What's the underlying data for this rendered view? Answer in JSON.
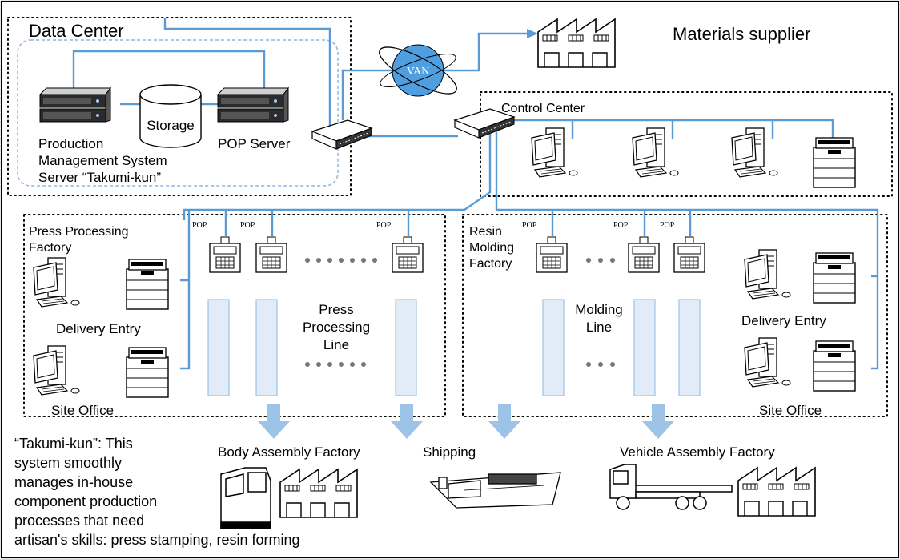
{
  "labels": {
    "data_center": "Data Center",
    "storage": "Storage",
    "prod_server_1": "Production",
    "prod_server_2": "Management System",
    "prod_server_3": "Server “Takumi-kun”",
    "pop_server": "POP Server",
    "van": "VAN",
    "materials_supplier": "Materials supplier",
    "control_center": "Control Center",
    "press_factory_1": "Press Processing",
    "press_factory_2": "Factory",
    "resin_factory_1": "Resin",
    "resin_factory_2": "Molding",
    "resin_factory_3": "Factory",
    "delivery_entry_left": "Delivery Entry",
    "site_office_left": "Site Office",
    "delivery_entry_right": "Delivery Entry",
    "site_office_right": "Site Office",
    "press_line_1": "Press",
    "press_line_2": "Processing",
    "press_line_3": "Line",
    "molding_line_1": "Molding",
    "molding_line_2": "Line",
    "pop": "POP",
    "body_assembly": "Body Assembly Factory",
    "shipping": "Shipping",
    "vehicle_assembly": "Vehicle Assembly Factory"
  },
  "note_lines": [
    "“Takumi-kun”: This",
    "system smoothly",
    "manages in-house",
    "component production",
    "processes that need",
    "artisan's skills: press stamping, resin forming"
  ],
  "colors": {
    "network_line": "#5b9bd5",
    "line_fill": "#e1ecf8",
    "arrow_fill": "#9dc3e6",
    "van_fill": "#4f9fe0"
  }
}
